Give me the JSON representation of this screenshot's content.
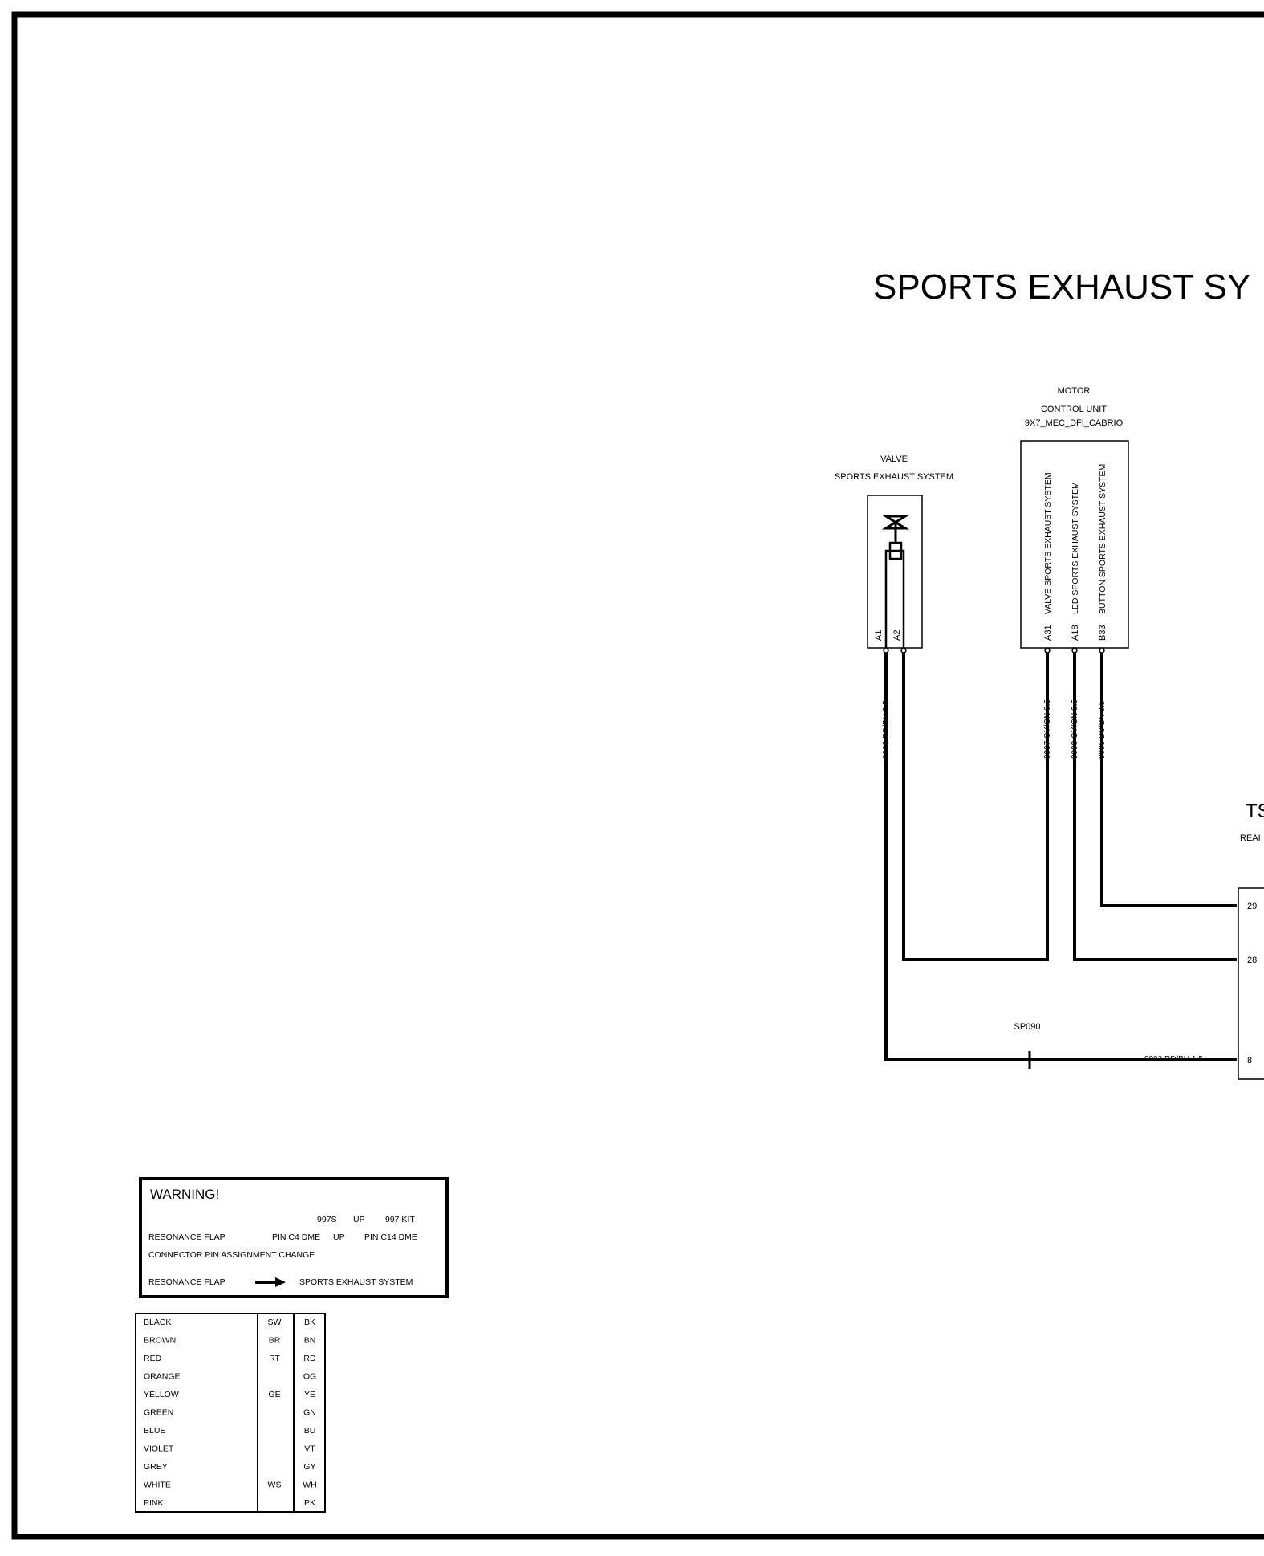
{
  "title": "SPORTS EXHAUST SY",
  "valve": {
    "label_line1": "VALVE",
    "label_line2": "SPORTS EXHAUST SYSTEM",
    "pin_a1": "A1",
    "pin_a2": "A2",
    "wire_label": "9993 RD/BU 0.5"
  },
  "motor_control_unit": {
    "label_line1": "MOTOR",
    "label_line2": "CONTROL UNIT",
    "label_line3": "9X7_MEC_DFI_CABRIO",
    "pin_a31": "A31",
    "pin_a18": "A18",
    "pin_b33": "B33",
    "func_a31": "VALVE   SPORTS EXHAUST SYSTEM",
    "func_a18": "LED   SPORTS EXHAUST SYSTEM",
    "func_b33": "BUTTON SPORTS EXHAUST SYSTEM",
    "wire_a31": "9997 GY/GN 0.5",
    "wire_a18": "9998 GY/GN 0.5",
    "wire_b33": "9995 BU/BN 0.5"
  },
  "right_component": {
    "title_partial": "TS",
    "subtitle_partial": "REAI",
    "pin_29": "29",
    "pin_28": "28",
    "pin_8": "8"
  },
  "splice": {
    "label": "SP090",
    "wire_label": "9993 RD/BU 1.5"
  },
  "warning": {
    "title": "WARNING!",
    "model_997s": "997S",
    "up_1": "UP",
    "model_997kit": "997 KIT",
    "resonance_flap": "RESONANCE FLAP",
    "pin_c4": "PIN C4 DME",
    "up_2": "UP",
    "pin_c14": "PIN C14 DME",
    "connector_change": "CONNECTOR PIN ASSIGNMENT CHANGE",
    "resonance_flap_2": "RESONANCE FLAP",
    "sports_exhaust": "SPORTS EXHAUST SYSTEM",
    "arrow_icon": "right-arrow-icon"
  },
  "color_legend": [
    {
      "name": "BLACK",
      "de": "SW",
      "en": "BK"
    },
    {
      "name": "BROWN",
      "de": "BR",
      "en": "BN"
    },
    {
      "name": "RED",
      "de": "RT",
      "en": "RD"
    },
    {
      "name": "ORANGE",
      "de": "",
      "en": "OG"
    },
    {
      "name": "YELLOW",
      "de": "GE",
      "en": "YE"
    },
    {
      "name": "GREEN",
      "de": "",
      "en": "GN"
    },
    {
      "name": "BLUE",
      "de": "",
      "en": "BU"
    },
    {
      "name": "VIOLET",
      "de": "",
      "en": "VT"
    },
    {
      "name": "GREY",
      "de": "",
      "en": "GY"
    },
    {
      "name": "WHITE",
      "de": "WS",
      "en": "WH"
    },
    {
      "name": "PINK",
      "de": "",
      "en": "PK"
    }
  ]
}
